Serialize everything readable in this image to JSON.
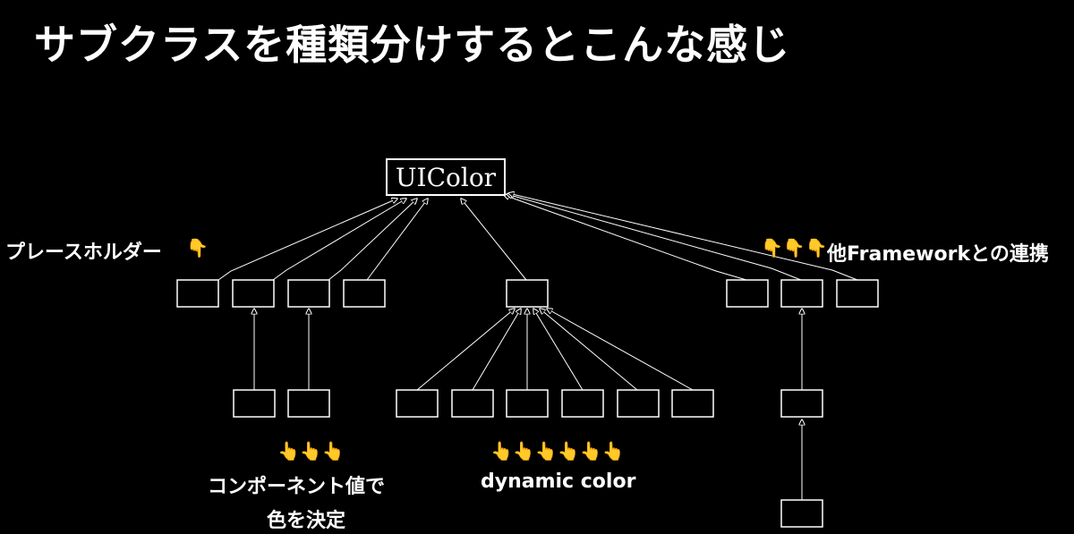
{
  "slide": {
    "title": "サブクラスを種類分けするとこんな感じ"
  },
  "diagram": {
    "root_label": "UIColor",
    "labels": {
      "placeholder": "プレースホルダー",
      "component_line1": "コンポーネント値で",
      "component_line2": "色を決定",
      "dynamic": "dynamic color",
      "framework": "他Frameworkとの連携"
    },
    "emoji": {
      "placeholder": "👇",
      "component": "👆👆👆",
      "dynamic": "👆👆👆👆👆👆",
      "framework": "👇👇👇"
    }
  }
}
